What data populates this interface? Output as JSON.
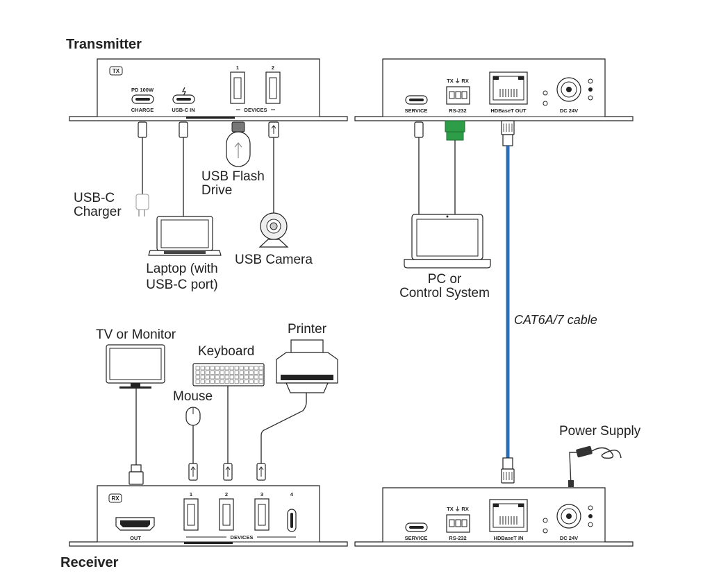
{
  "headings": {
    "transmitter": "Transmitter",
    "receiver": "Receiver"
  },
  "tx": {
    "badge": "TX",
    "pd": "PD 100W",
    "charge": "CHARGE",
    "usbc_in": "USB-C IN",
    "devices": "DEVICES",
    "port1": "1",
    "port2": "2",
    "service": "SERVICE",
    "rs232": "RS-232",
    "txrx": "TX ⏚ RX",
    "hdbaset_out": "HDBaseT OUT",
    "dc": "DC 24V"
  },
  "rx": {
    "badge": "RX",
    "out": "OUT",
    "devices": "DEVICES",
    "port1": "1",
    "port2": "2",
    "port3": "3",
    "port4": "4",
    "service": "SERVICE",
    "rs232": "RS-232",
    "txrx": "TX ⏚ RX",
    "hdbaset_in": "HDBaseT IN",
    "dc": "DC 24V"
  },
  "labels": {
    "charger_1": "USB-C",
    "charger_2": "Charger",
    "flash_1": "USB Flash",
    "flash_2": "Drive",
    "laptop_1": "Laptop (with",
    "laptop_2": "USB-C port)",
    "camera": "USB Camera",
    "pc_1": "PC or",
    "pc_2": "Control System",
    "cable": "CAT6A/7 cable",
    "tv": "TV or Monitor",
    "keyboard": "Keyboard",
    "mouse": "Mouse",
    "printer": "Printer",
    "power": "Power Supply"
  },
  "colors": {
    "cat_cable": "#2d6fb6",
    "rs232_plug": "#2e9d47",
    "outline": "#222222"
  }
}
